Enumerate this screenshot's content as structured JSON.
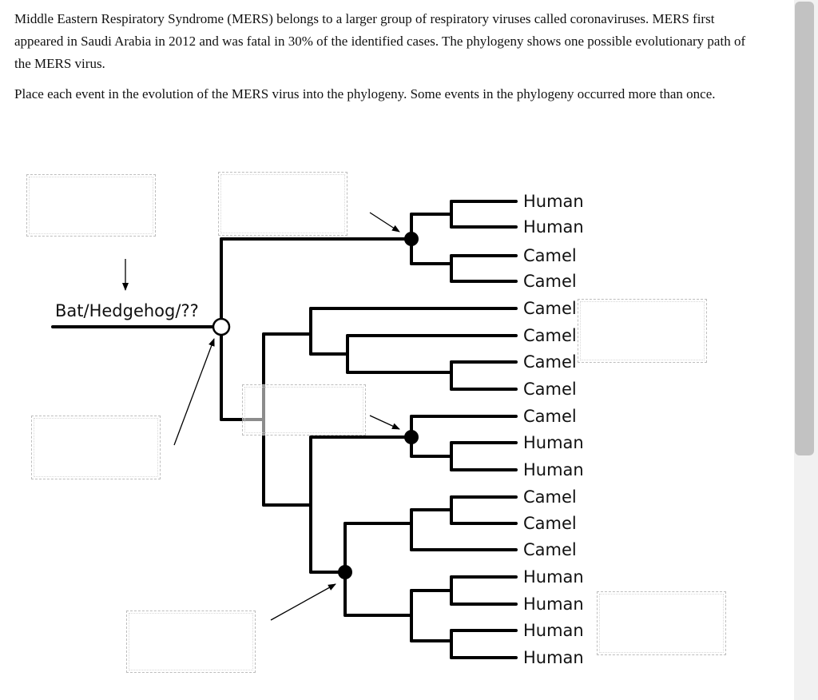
{
  "question": {
    "paragraph1": "Middle Eastern Respiratory Syndrome (MERS) belongs to a larger group of respiratory viruses called coronaviruses. MERS first appeared in Saudi Arabia in 2012 and was fatal in 30% of the identified cases. The phylogeny shows one possible evolutionary path of the MERS virus.",
    "paragraph2": "Place each event in the evolution of the MERS virus into the phylogeny. Some events in the phylogeny occurred more than once."
  },
  "phylogeny": {
    "root_label": "Bat/Hedgehog/??",
    "tips": [
      "Human",
      "Human",
      "Camel",
      "Camel",
      "Camel",
      "Camel",
      "Camel",
      "Camel",
      "Camel",
      "Human",
      "Human",
      "Camel",
      "Camel",
      "Camel",
      "Human",
      "Human",
      "Human",
      "Human"
    ]
  },
  "drop_targets": [
    "",
    "",
    "",
    "",
    "",
    ""
  ],
  "colors": {
    "tree": "#000000",
    "text": "#111111",
    "box_border": "#bdbdbd",
    "scroll_thumb": "#c2c2c2"
  }
}
